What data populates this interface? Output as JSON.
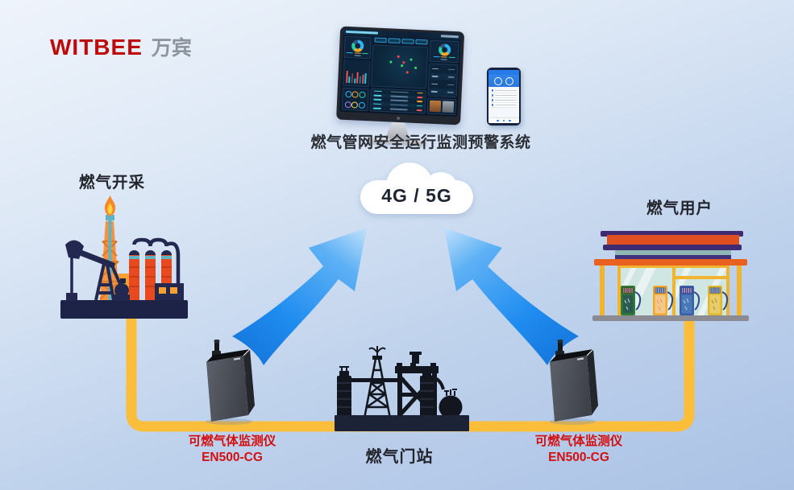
{
  "logo": {
    "brand": "WITBEE",
    "suffix": "万宾",
    "brand_color": "#bf0a0a",
    "suffix_color": "#8d939c"
  },
  "monitor": {
    "caption": "燃气管网安全运行监测预警系统"
  },
  "cloud": {
    "label": "4G / 5G"
  },
  "nodes": {
    "extraction": {
      "label": "燃气开采"
    },
    "users": {
      "label": "燃气用户"
    },
    "gate": {
      "label": "燃气门站"
    }
  },
  "devices": {
    "left": {
      "name": "可燃气体监测仪",
      "model": "EN500-CG"
    },
    "right": {
      "name": "可燃气体监测仪",
      "model": "EN500-CG"
    },
    "label_color": "#d40f0f"
  },
  "colors": {
    "pipeline": "#fbbe3b",
    "arrow_start": "#c3e2fb",
    "arrow_end": "#1678dd",
    "background_top": "#eff4fb",
    "background_bottom": "#abc2e5"
  }
}
